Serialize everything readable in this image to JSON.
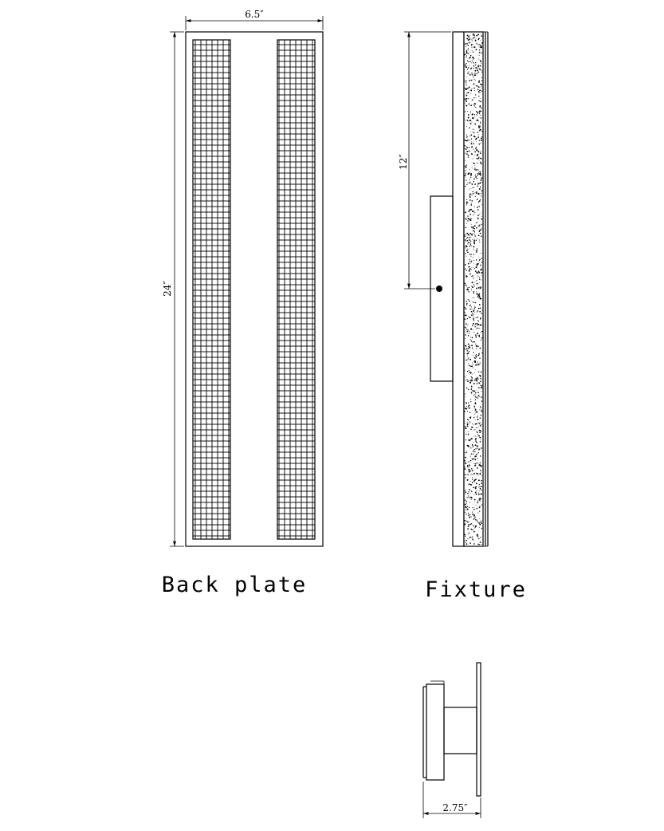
{
  "back_plate": {
    "caption": "Back plate",
    "width_dim": "6.5″",
    "height_dim": "24″"
  },
  "fixture": {
    "caption": "Fixture",
    "mount_dim": "12″"
  },
  "side_view": {
    "depth_dim": "2.75″"
  },
  "colors": {
    "line": "#000000",
    "background": "#ffffff"
  }
}
